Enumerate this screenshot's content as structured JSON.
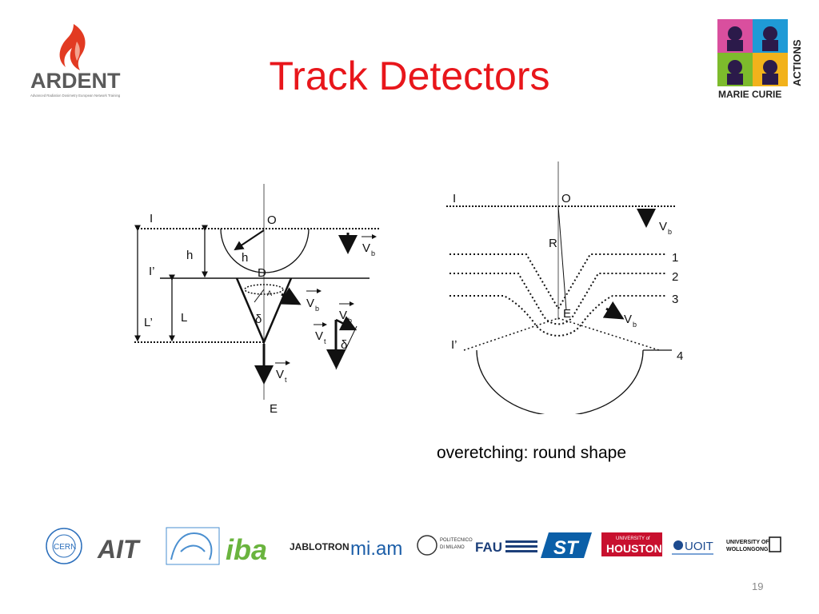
{
  "slide": {
    "title": "Track Detectors",
    "caption": "overetching: round shape",
    "page_number": "19"
  },
  "header_logos": {
    "ardent": {
      "name": "ARDENT",
      "tagline": "Advanced Radiation Dosimetry European Network Training"
    },
    "marie_curie": {
      "line1": "MARIE CURIE",
      "line2": "ACTIONS"
    }
  },
  "left_diagram": {
    "labels": {
      "I": "I",
      "O": "O",
      "h_left": "h",
      "h_center": "h",
      "I_prime": "I’",
      "D": "D",
      "A": "A",
      "L": "L",
      "L_prime": "L’",
      "delta1": "δ",
      "delta2": "δ",
      "E": "E",
      "Vb": "V",
      "Vb_sub": "b",
      "Vt": "V",
      "Vt_sub": "t"
    }
  },
  "right_diagram": {
    "labels": {
      "I": "I",
      "O": "O",
      "R": "R",
      "E": "E",
      "I_prime": "I’",
      "Vb": "V",
      "Vb_sub": "b",
      "stage1": "1",
      "stage2": "2",
      "stage3": "3",
      "stage4": "4"
    }
  },
  "partner_logos": {
    "cern": "CERN",
    "ait": "AIT",
    "iba": "iba",
    "jablotron": "JABLOTRON",
    "miam": "mi.am",
    "polimi_line1": "POLITECNICO",
    "polimi_line2": "DI MILANO",
    "fau": "FAU",
    "st": "ST",
    "houston_top": "UNIVERSITY of",
    "houston": "HOUSTON",
    "uoit": "UOIT",
    "wollongong_line1": "UNIVERSITY OF",
    "wollongong_line2": "WOLLONGONG"
  },
  "colors": {
    "title": "#e8161b",
    "ardent_flame": "#e23a22",
    "houston_red": "#c8102e",
    "st_blue": "#0b5fa8",
    "iba_green": "#6ab43e"
  }
}
